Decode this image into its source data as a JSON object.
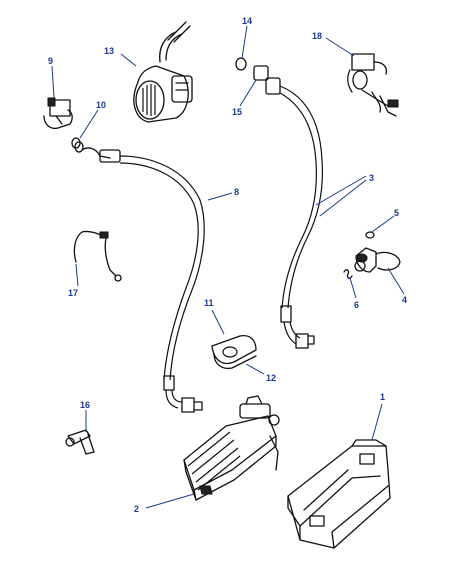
{
  "callouts": {
    "c1": "1",
    "c2": "2",
    "c3": "3",
    "c4": "4",
    "c5": "5",
    "c6": "6",
    "c8": "8",
    "c9": "9",
    "c10": "10",
    "c11": "11",
    "c12": "12",
    "c13": "13",
    "c14": "14",
    "c15": "15",
    "c16": "16",
    "c17": "17",
    "c18": "18"
  },
  "colors": {
    "callout": "#1a3a8c",
    "line": "#111111"
  }
}
